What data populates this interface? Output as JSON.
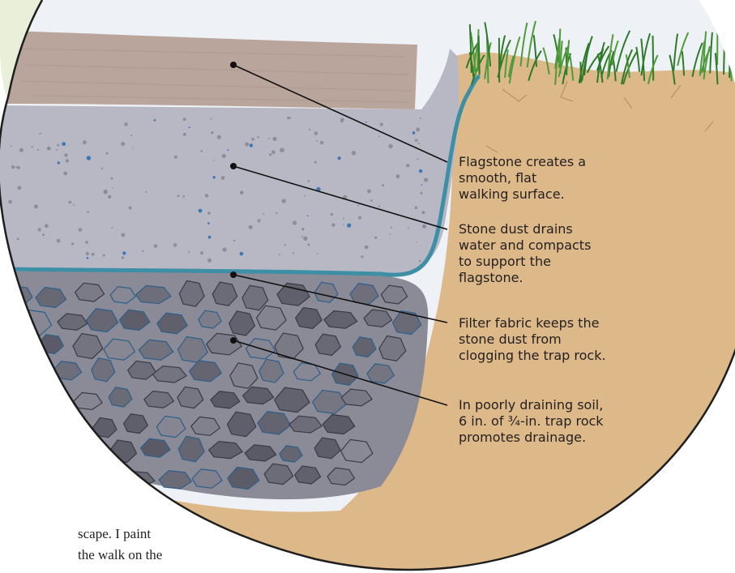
{
  "callouts": [
    {
      "lines": [
        "Flagstone creates a",
        "smooth, flat",
        "walking surface."
      ]
    },
    {
      "lines": [
        "Stone dust drains",
        "water and compacts",
        "to support the",
        "flagstone."
      ]
    },
    {
      "lines": [
        "Filter fabric keeps the",
        "stone dust from",
        "clogging the trap rock."
      ]
    },
    {
      "lines": [
        "In poorly draining soil,",
        "6 in. of ¾-in. trap rock",
        "promotes drainage."
      ]
    }
  ],
  "body_text": {
    "line1": "scape. I paint",
    "line2": "the walk on the"
  },
  "colors": {
    "soil": "#ddb98a",
    "flagstone": "#b9a59b",
    "stone_dust": "#b8b7c4",
    "trap_rock": "#8b8a97",
    "filter_fabric": "#3d8fa6",
    "grass": "#4f9a3a"
  }
}
